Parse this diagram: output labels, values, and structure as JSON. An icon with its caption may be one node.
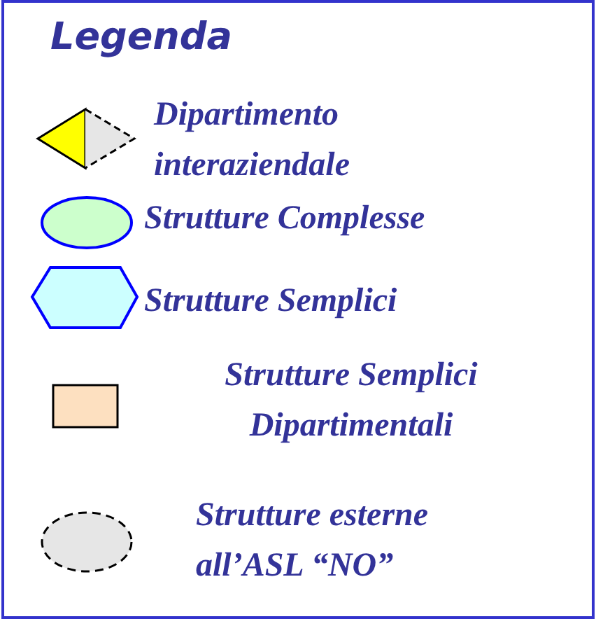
{
  "diagram": {
    "title": "Legenda",
    "legend": [
      {
        "text": "Dipartimento interaziendale"
      },
      {
        "text": "Strutture Complesse"
      },
      {
        "text": "Strutture Semplici"
      },
      {
        "text": "Strutture Semplici Dipartimentali"
      },
      {
        "text": "Strutture esterne all’ASL “NO”"
      }
    ]
  }
}
